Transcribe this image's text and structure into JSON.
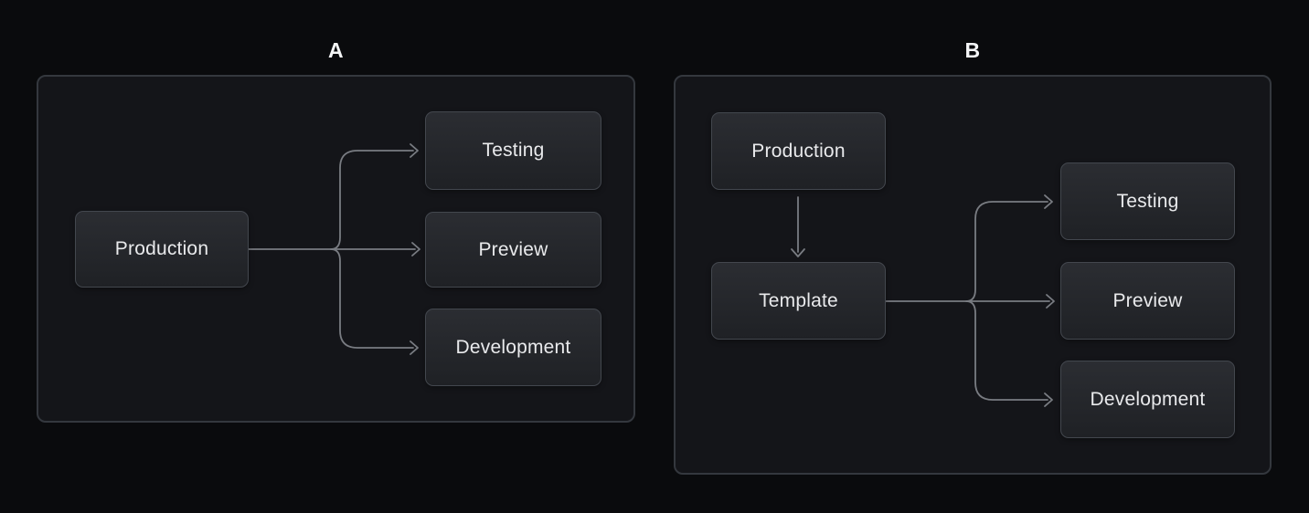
{
  "diagrams": {
    "a": {
      "label": "A",
      "nodes": {
        "production": "Production",
        "testing": "Testing",
        "preview": "Preview",
        "development": "Development"
      },
      "connections": [
        {
          "from": "Production",
          "to": "Testing"
        },
        {
          "from": "Production",
          "to": "Preview"
        },
        {
          "from": "Production",
          "to": "Development"
        }
      ]
    },
    "b": {
      "label": "B",
      "nodes": {
        "production": "Production",
        "template": "Template",
        "testing": "Testing",
        "preview": "Preview",
        "development": "Development"
      },
      "connections": [
        {
          "from": "Production",
          "to": "Template"
        },
        {
          "from": "Template",
          "to": "Testing"
        },
        {
          "from": "Template",
          "to": "Preview"
        },
        {
          "from": "Template",
          "to": "Development"
        }
      ]
    }
  },
  "colors": {
    "background": "#0a0b0d",
    "panel_fill": "#141519",
    "panel_border": "#34383e",
    "node_fill_top": "#2b2d32",
    "node_fill_bottom": "#1f2125",
    "node_border": "#43474e",
    "node_text": "#e9eaec",
    "connector": "#797c82",
    "label_text": "#f4f5f6"
  }
}
